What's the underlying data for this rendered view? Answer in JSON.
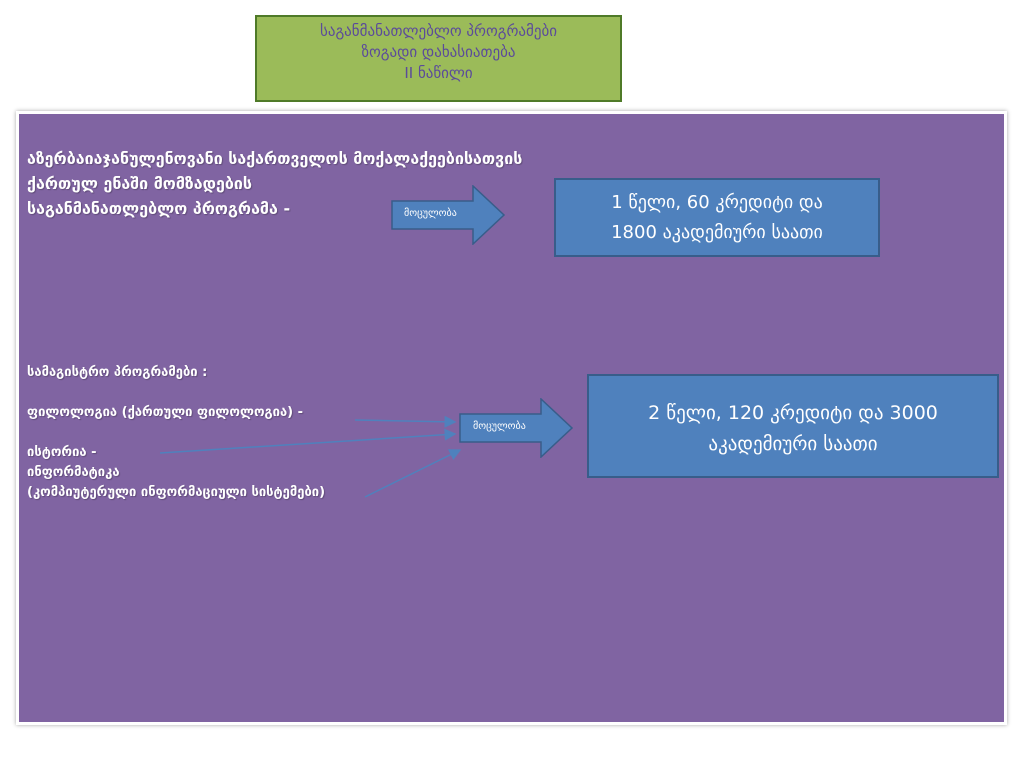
{
  "header": {
    "line1": "საგანმანათლებლო პროგრამები",
    "line2": "ზოგადი დახასიათება",
    "line3": "II ნაწილი"
  },
  "section1": {
    "line1": "აზერბაიაჯანულენოვანი საქართველოს მოქალაქეებისათვის",
    "line2": "ქართულ ენაში მომზადების",
    "line3": "საგანმანათლებლო პროგრამა  -",
    "arrow_label": "მოცულობა",
    "box_line1": "1 წელი, 60 კრედიტი და",
    "box_line2": "1800 აკადემიური საათი"
  },
  "section2": {
    "heading": "სამაგისტრო პროგრამები :",
    "item1": "ფილოლოგია (ქართული ფილოლოგია) -",
    "item2": "ისტორია -",
    "item3_line1": "ინფორმატიკა",
    "item3_line2": "(კომპიუტერული ინფორმაციული სისტემები)",
    "arrow_label": "მოცულობა",
    "box_line1": "2 წელი, 120 კრედიტი  და 3000",
    "box_line2": "აკადემიური საათი"
  },
  "colors": {
    "panel": "#8064a2",
    "header": "#9bbb59",
    "info_box": "#4f81bd",
    "arrow": "#4f81bd"
  }
}
